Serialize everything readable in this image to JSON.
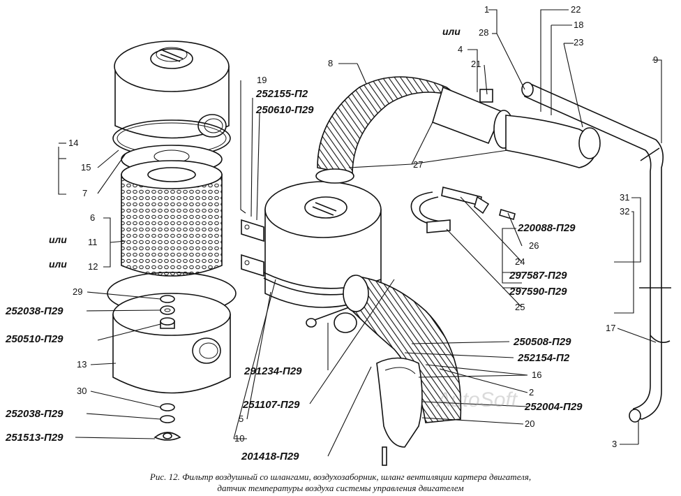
{
  "figure": {
    "caption_line1": "Рис. 12. Фильтр воздушный со шлангами, воздухозаборник, шланг вентиляции картера двигателя,",
    "caption_line2": "датчик температуры воздуха системы управления двигателем",
    "watermark": "AutoSoft"
  },
  "callouts": {
    "n1": "1",
    "n2": "2",
    "n3": "3",
    "n4": "4",
    "n5": "5",
    "n6": "6",
    "n7": "7",
    "n8": "8",
    "n9": "9",
    "n10": "10",
    "n11": "11",
    "n12": "12",
    "n13": "13",
    "n14": "14",
    "n15": "15",
    "n16": "16",
    "n17": "17",
    "n18": "18",
    "n19": "19",
    "n20": "20",
    "n21": "21",
    "n22": "22",
    "n23": "23",
    "n24": "24",
    "n25": "25",
    "n26": "26",
    "n27": "27",
    "n28": "28",
    "n29": "29",
    "n30": "30",
    "n31": "31",
    "n32": "32",
    "ili_top": "или",
    "ili_mid": "или",
    "ili_low": "или"
  },
  "part_codes": {
    "p252155": "252155-П2",
    "p250610": "250610-П29",
    "p220088": "220088-П29",
    "p297587": "297587-П29",
    "p297590": "297590-П29",
    "p252038a": "252038-П29",
    "p250510": "250510-П29",
    "p250508": "250508-П29",
    "p252154": "252154-П2",
    "p291234": "291234-П29",
    "p251107": "251107-П29",
    "p252004": "252004-П29",
    "p252038b": "252038-П29",
    "p251513": "251513-П29",
    "p201418": "201418-П29"
  }
}
